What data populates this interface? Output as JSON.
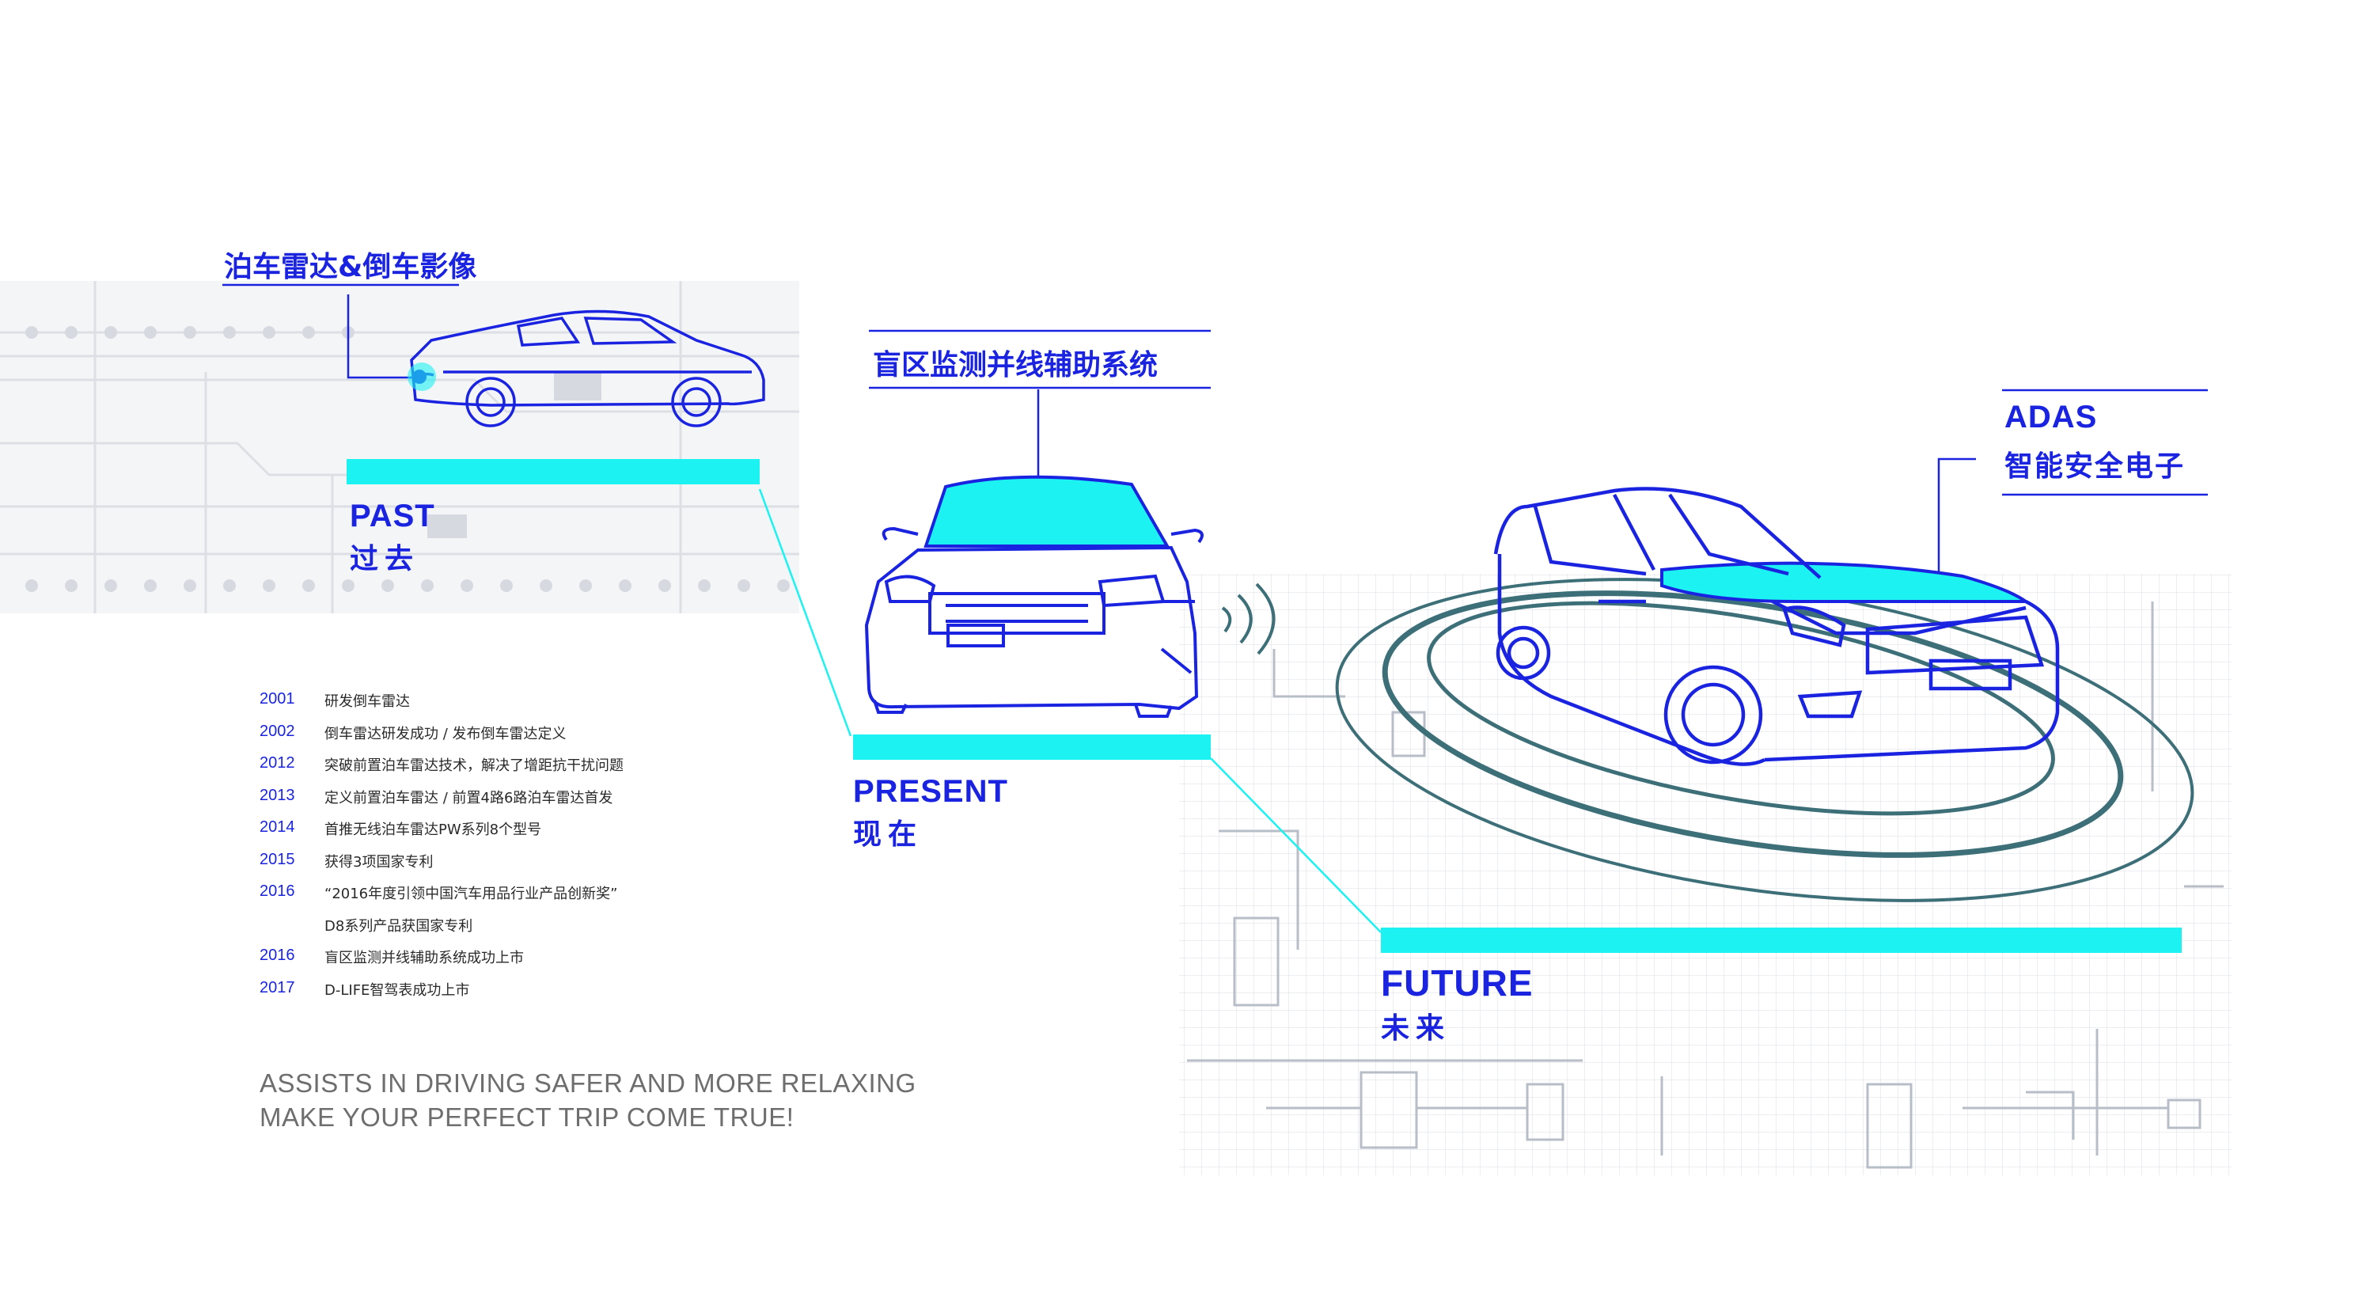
{
  "features": {
    "past": "泊车雷达&倒车影像",
    "present": "盲区监测并线辅助系统",
    "future_en": "ADAS",
    "future_cn": "智能安全电子"
  },
  "eras": {
    "past_en": "PAST",
    "past_cn": "过去",
    "present_en": "PRESENT",
    "present_cn": "现在",
    "future_en": "FUTURE",
    "future_cn": "未来"
  },
  "timeline": [
    {
      "year": "2001",
      "text": "研发倒车雷达"
    },
    {
      "year": "2002",
      "text": "倒车雷达研发成功 / 发布倒车雷达定义"
    },
    {
      "year": "2012",
      "text": "突破前置泊车雷达技术，解决了增距抗干扰问题"
    },
    {
      "year": "2013",
      "text": "定义前置泊车雷达 / 前置4路6路泊车雷达首发"
    },
    {
      "year": "2014",
      "text": "首推无线泊车雷达PW系列8个型号"
    },
    {
      "year": "2015",
      "text": "获得3项国家专利"
    },
    {
      "year": "2016",
      "text": "“2016年度引领中国汽车用品行业产品创新奖”"
    },
    {
      "year": "",
      "text": "D8系列产品获国家专利"
    },
    {
      "year": "2016",
      "text": "盲区监测并线辅助系统成功上市"
    },
    {
      "year": "2017",
      "text": "D-LIFE智驾表成功上市"
    }
  ],
  "slogan": {
    "line1": "ASSISTS IN DRIVING SAFER AND MORE RELAXING",
    "line2": "MAKE YOUR PERFECT TRIP COME TRUE!"
  },
  "colors": {
    "brand_blue": "#1a24e0",
    "accent_cyan": "#1df2f2",
    "ring_teal": "#3d6f78",
    "text_gray": "#6e6e6e"
  }
}
